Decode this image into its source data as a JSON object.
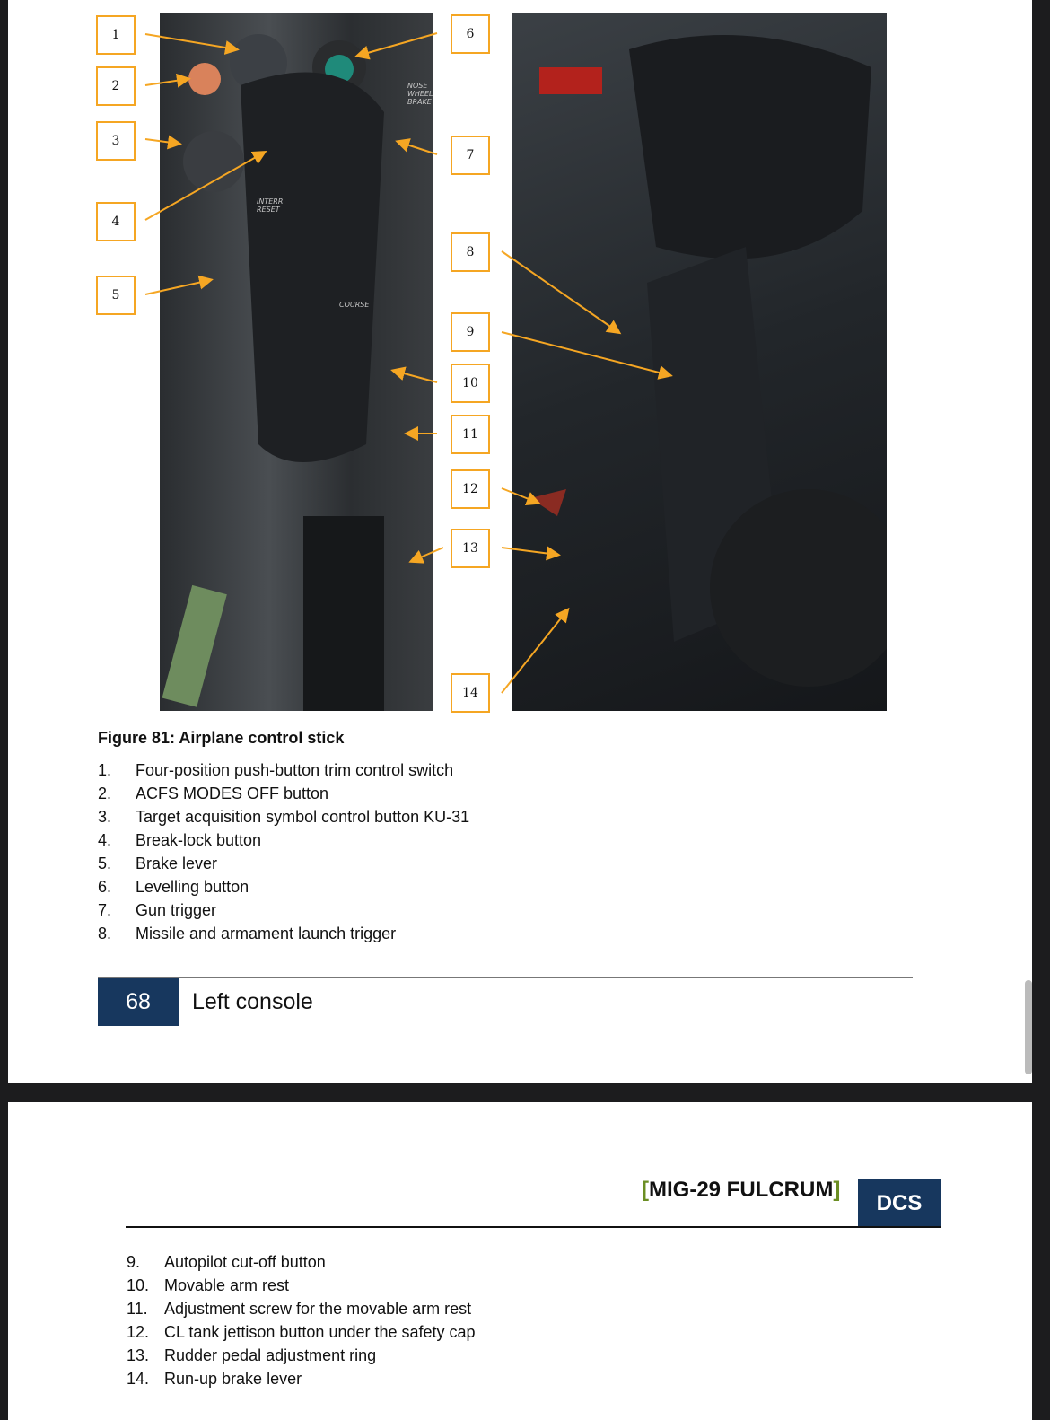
{
  "figure": {
    "caption": "Figure 81: Airplane control stick",
    "photo_left_labels": [
      "NOSE WHEEL BRAKE",
      "INTERR RESET",
      "COURSE"
    ]
  },
  "callouts": [
    "1",
    "2",
    "3",
    "4",
    "5",
    "6",
    "7",
    "8",
    "9",
    "10",
    "11",
    "12",
    "13",
    "14"
  ],
  "items_page1": [
    {
      "n": "1.",
      "t": "Four-position push-button trim control switch"
    },
    {
      "n": "2.",
      "t": "ACFS MODES OFF button"
    },
    {
      "n": "3.",
      "t": "Target acquisition symbol control button KU-31"
    },
    {
      "n": "4.",
      "t": "Break-lock button"
    },
    {
      "n": "5.",
      "t": "Brake lever"
    },
    {
      "n": "6.",
      "t": "Levelling button"
    },
    {
      "n": "7.",
      "t": "Gun trigger"
    },
    {
      "n": "8.",
      "t": "Missile and armament launch trigger"
    }
  ],
  "footer": {
    "page_number": "68",
    "section": "Left console"
  },
  "header": {
    "open": "[",
    "title": "MIG-29 FULCRUM",
    "close": "]",
    "brand": "DCS"
  },
  "items_page2": [
    {
      "n": "9.",
      "t": "Autopilot cut-off button"
    },
    {
      "n": "10.",
      "t": "Movable arm rest"
    },
    {
      "n": "11.",
      "t": "Adjustment screw for the movable arm rest"
    },
    {
      "n": "12.",
      "t": "CL tank jettison button under the safety cap"
    },
    {
      "n": "13.",
      "t": "Rudder pedal adjustment ring"
    },
    {
      "n": "14.",
      "t": "Run-up brake lever"
    }
  ],
  "colors": {
    "accent": "#f5a623",
    "navy": "#17375e",
    "green": "#6b8e23"
  }
}
